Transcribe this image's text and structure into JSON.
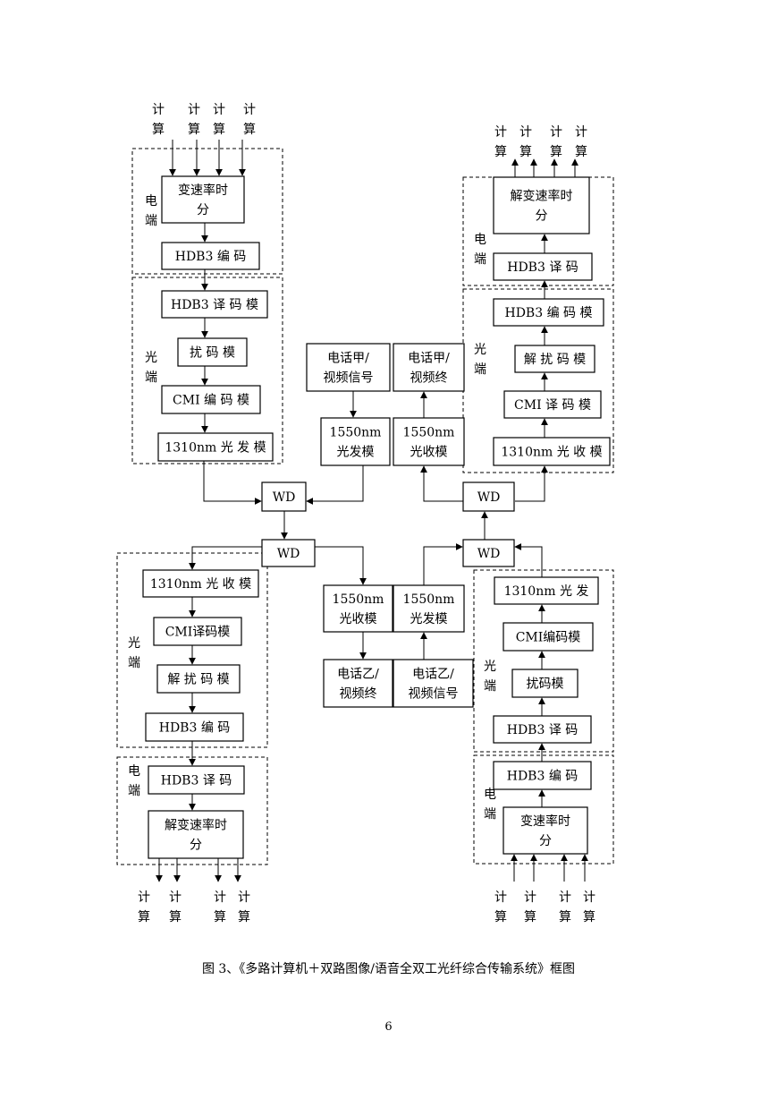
{
  "caption": "图 3、《多路计算机＋双路图像/语音全双工光纤综合传输系统》框图",
  "page_number": "6",
  "labels": {
    "computer_top": "计",
    "computer_bottom": "算",
    "electrical": [
      "电",
      "端"
    ],
    "optical": [
      "光",
      "端"
    ]
  },
  "boxes": {
    "tl_mux": [
      "变速率时",
      "分"
    ],
    "tl_hdb3_enc": [
      "HDB3  编  码"
    ],
    "tl_hdb3_dec": [
      "HDB3 译 码 模"
    ],
    "tl_scramble": [
      "扰 码 模"
    ],
    "tl_cmi_enc": [
      "CMI 编 码 模"
    ],
    "tl_tx1310": [
      "1310nm 光 发 模"
    ],
    "tr_demux": [
      "解变速率时",
      "分"
    ],
    "tr_hdb3_dec": [
      "HDB3  译  码"
    ],
    "tr_hdb3_enc": [
      "HDB3 编 码 模"
    ],
    "tr_descramble": [
      "解 扰 码 模"
    ],
    "tr_cmi_dec": [
      "CMI  译 码 模"
    ],
    "tr_rx1310": [
      "1310nm 光 收 模"
    ],
    "phone_a_src": [
      "电话甲/",
      "视频信号"
    ],
    "phone_a_term": [
      "电话甲/",
      "视频终"
    ],
    "tx1550_a": [
      "1550nm",
      "光发模"
    ],
    "rx1550_a": [
      "1550nm",
      "光收模"
    ],
    "wd_1": [
      "WD"
    ],
    "wd_2": [
      "WD"
    ],
    "wd_3": [
      "WD"
    ],
    "wd_4": [
      "WD"
    ],
    "bl_rx1310": [
      "1310nm  光 收 模"
    ],
    "bl_cmi_dec": [
      "CMI译码模"
    ],
    "bl_descramble": [
      "解 扰 码 模"
    ],
    "bl_hdb3_enc": [
      "HDB3   编   码"
    ],
    "bl_hdb3_dec": [
      "HDB3   译   码"
    ],
    "bl_demux": [
      "解变速率时",
      "分"
    ],
    "rx1550_b": [
      "1550nm",
      "光收模"
    ],
    "tx1550_b": [
      "1550nm",
      "光发模"
    ],
    "phone_b_term": [
      "电话乙/",
      "视频终"
    ],
    "phone_b_src": [
      "电话乙/",
      "视频信号"
    ],
    "br_tx1310": [
      "1310nm   光   发"
    ],
    "br_cmi_enc": [
      "CMI编码模"
    ],
    "br_scramble": [
      "扰码模"
    ],
    "br_hdb3_dec": [
      "HDB3    译    码"
    ],
    "br_hdb3_enc": [
      "HDB3   编   码"
    ],
    "br_mux": [
      "变速率时",
      "分"
    ]
  }
}
